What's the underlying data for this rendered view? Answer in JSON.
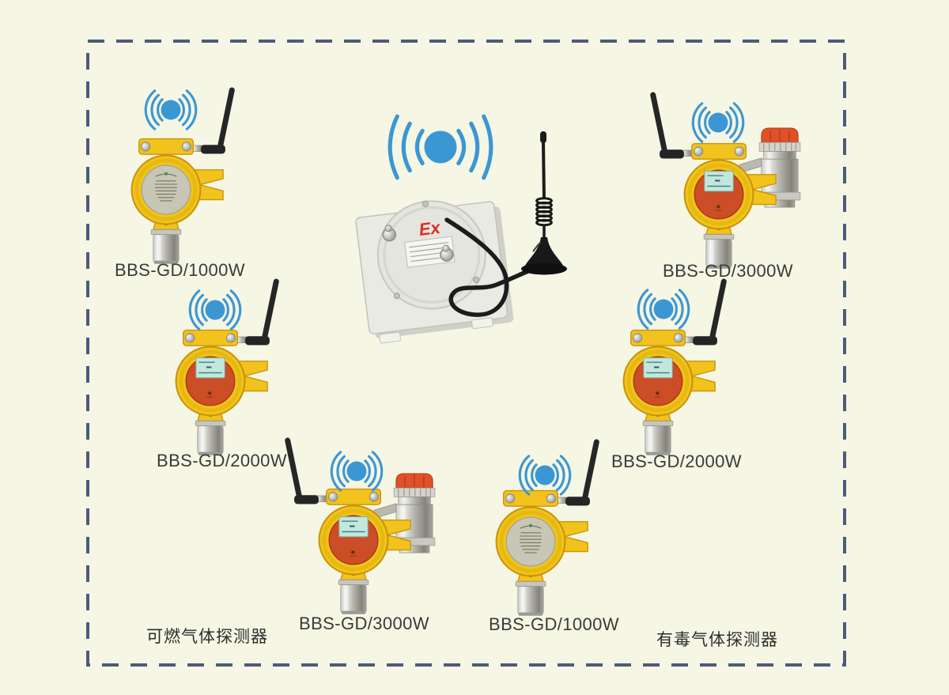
{
  "colors": {
    "background": "#f5f6e3",
    "border_dash": "#4b5b7d",
    "wifi_blue": "#3b97d3",
    "detector_yellow": "#f2c31c",
    "detector_yellow_dark": "#c9940a",
    "lcd_ring_red": "#cb4e27",
    "lcd_screen": "#c2e8dc",
    "ex_red": "#d93025",
    "label_text": "#3a3a3a"
  },
  "hub": {
    "description": "explosion-proof wireless signal transmitter box with magnetic-base antenna",
    "ex_label": "Ex"
  },
  "detectors": [
    {
      "position": "top-left",
      "label": "BBS-GD/1000W",
      "face": "nameplate",
      "antenna": "right",
      "sounder": false
    },
    {
      "position": "top-right",
      "label": "BBS-GD/3000W",
      "face": "lcd",
      "antenna": "left",
      "sounder": true
    },
    {
      "position": "middle-left",
      "label": "BBS-GD/2000W",
      "face": "lcd",
      "antenna": "right",
      "sounder": false
    },
    {
      "position": "middle-right",
      "label": "BBS-GD/2000W",
      "face": "lcd",
      "antenna": "right",
      "sounder": false
    },
    {
      "position": "bottom-center-left",
      "label": "BBS-GD/3000W",
      "face": "lcd",
      "antenna": "left",
      "sounder": true
    },
    {
      "position": "bottom-center-right",
      "label": "BBS-GD/1000W",
      "face": "nameplate",
      "antenna": "right",
      "sounder": false
    }
  ],
  "captions": {
    "left": "可燃气体探测器",
    "right": "有毒气体探测器"
  }
}
